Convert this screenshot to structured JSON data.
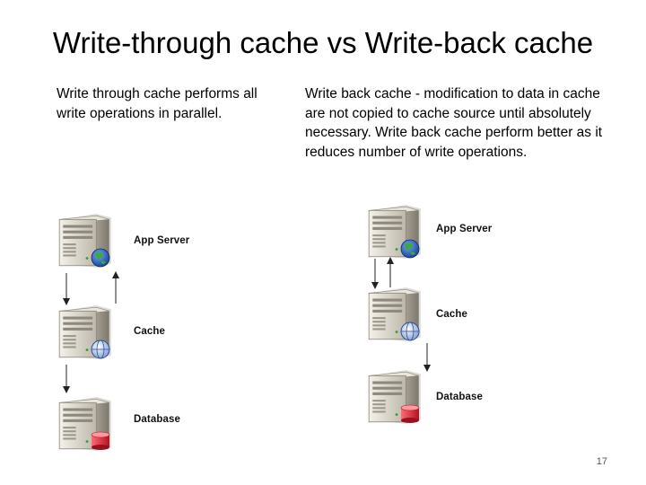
{
  "slide": {
    "title": "Write-through cache vs Write-back cache",
    "page_number": "17"
  },
  "left": {
    "description": "Write through cache performs all write operations in parallel.",
    "labels": {
      "app": "App Server",
      "cache": "Cache",
      "db": "Database"
    }
  },
  "right": {
    "description": "Write back cache - modification to data in cache are not copied to cache source until absolutely necessary. Write back cache perform better as it reduces number of write operations.",
    "labels": {
      "app": "App Server",
      "cache": "Cache",
      "db": "Database"
    }
  },
  "colors": {
    "server_body": "#d8d4c8",
    "globe": "#2a5fb0",
    "database": "#d8253a"
  }
}
